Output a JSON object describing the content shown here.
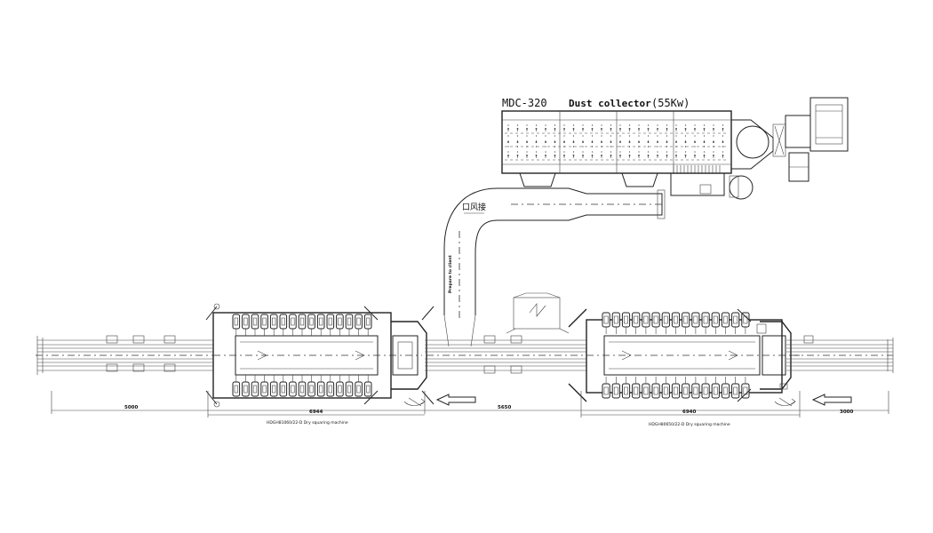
{
  "collector": {
    "model": "MDC-320",
    "label": "Dust collector",
    "power": "(55Kw)"
  },
  "air_outlet_label": "口风接",
  "vertical_label": "Prepare to client",
  "dimensions": {
    "left_infeed": "5000",
    "machine1_length": "6944",
    "between": "5650",
    "machine2_length": "6940",
    "right_outfeed": "3000"
  },
  "machines": {
    "machine1_caption": "HDGH81060/22-D Dry squaring machine",
    "machine2_caption": "HDGH80650/22-D Dry squaring machine"
  }
}
